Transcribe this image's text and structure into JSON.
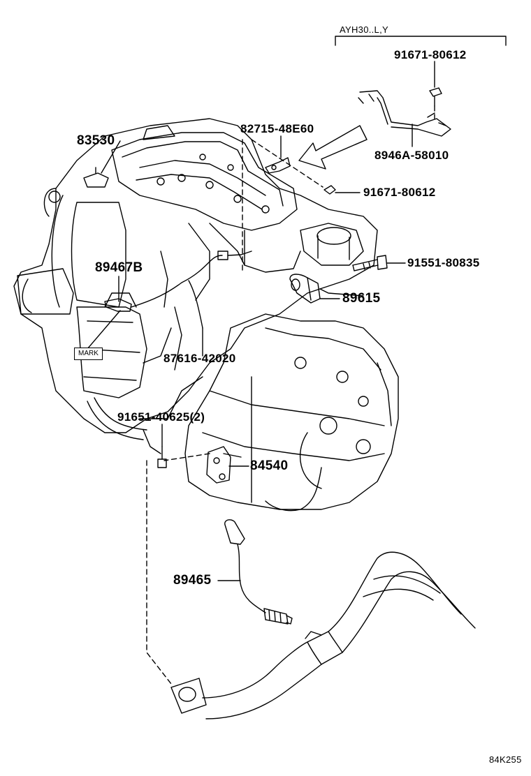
{
  "variant_label": "AYH30..L,Y",
  "mark_label": "MARK",
  "figure_code": "84K255",
  "parts": [
    {
      "id": "p83530",
      "number": "83530"
    },
    {
      "id": "p82715",
      "number": "82715-48E60"
    },
    {
      "id": "p91671a",
      "number": "91671-80612"
    },
    {
      "id": "p8946a",
      "number": "8946A-58010"
    },
    {
      "id": "p91671b",
      "number": "91671-80612"
    },
    {
      "id": "p89467b",
      "number": "89467B"
    },
    {
      "id": "p91551",
      "number": "91551-80835"
    },
    {
      "id": "p89615",
      "number": "89615"
    },
    {
      "id": "p87616",
      "number": "87616-42020"
    },
    {
      "id": "p91651",
      "number": "91651-40625(2)"
    },
    {
      "id": "p84540",
      "number": "84540"
    },
    {
      "id": "p89465",
      "number": "89465"
    }
  ]
}
